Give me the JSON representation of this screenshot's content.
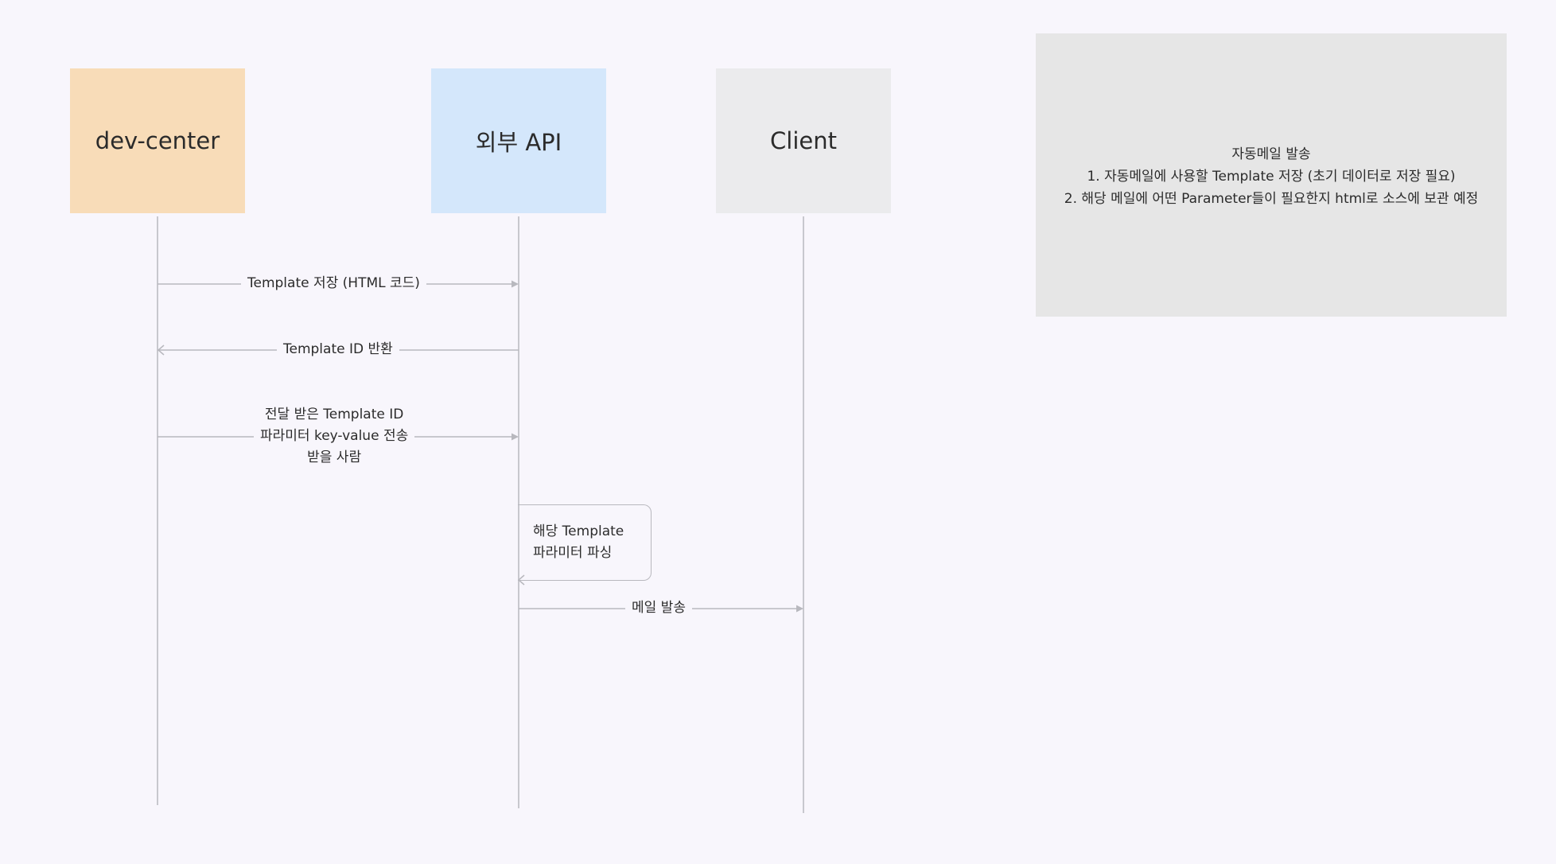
{
  "lanes": {
    "dev_center": "dev-center",
    "external_api": "외부 API",
    "client": "Client"
  },
  "messages": {
    "save_template": "Template 저장  (HTML 코드)",
    "return_id": "Template ID 반환",
    "send_params": [
      "전달 받은 Template ID",
      "파라미터 key-value 전송",
      "받을 사람"
    ],
    "parse": [
      "해당 Template",
      "파라미터 파싱"
    ],
    "send_mail": "메일 발송"
  },
  "note": {
    "title": "자동메일 발송",
    "items": [
      "1. 자동메일에 사용할 Template 저장 (초기 데이터로 저장 필요)",
      "2. 해당 메일에 어떤 Parameter들이 필요한지 html로 소스에 보관 예정"
    ]
  },
  "colors": {
    "dev_center": "#f8dcb8",
    "external_api": "#d4e7fb",
    "client": "#ebebed",
    "note": "#e6e6e6",
    "line": "#b8b8be",
    "background": "#f8f6fc"
  }
}
